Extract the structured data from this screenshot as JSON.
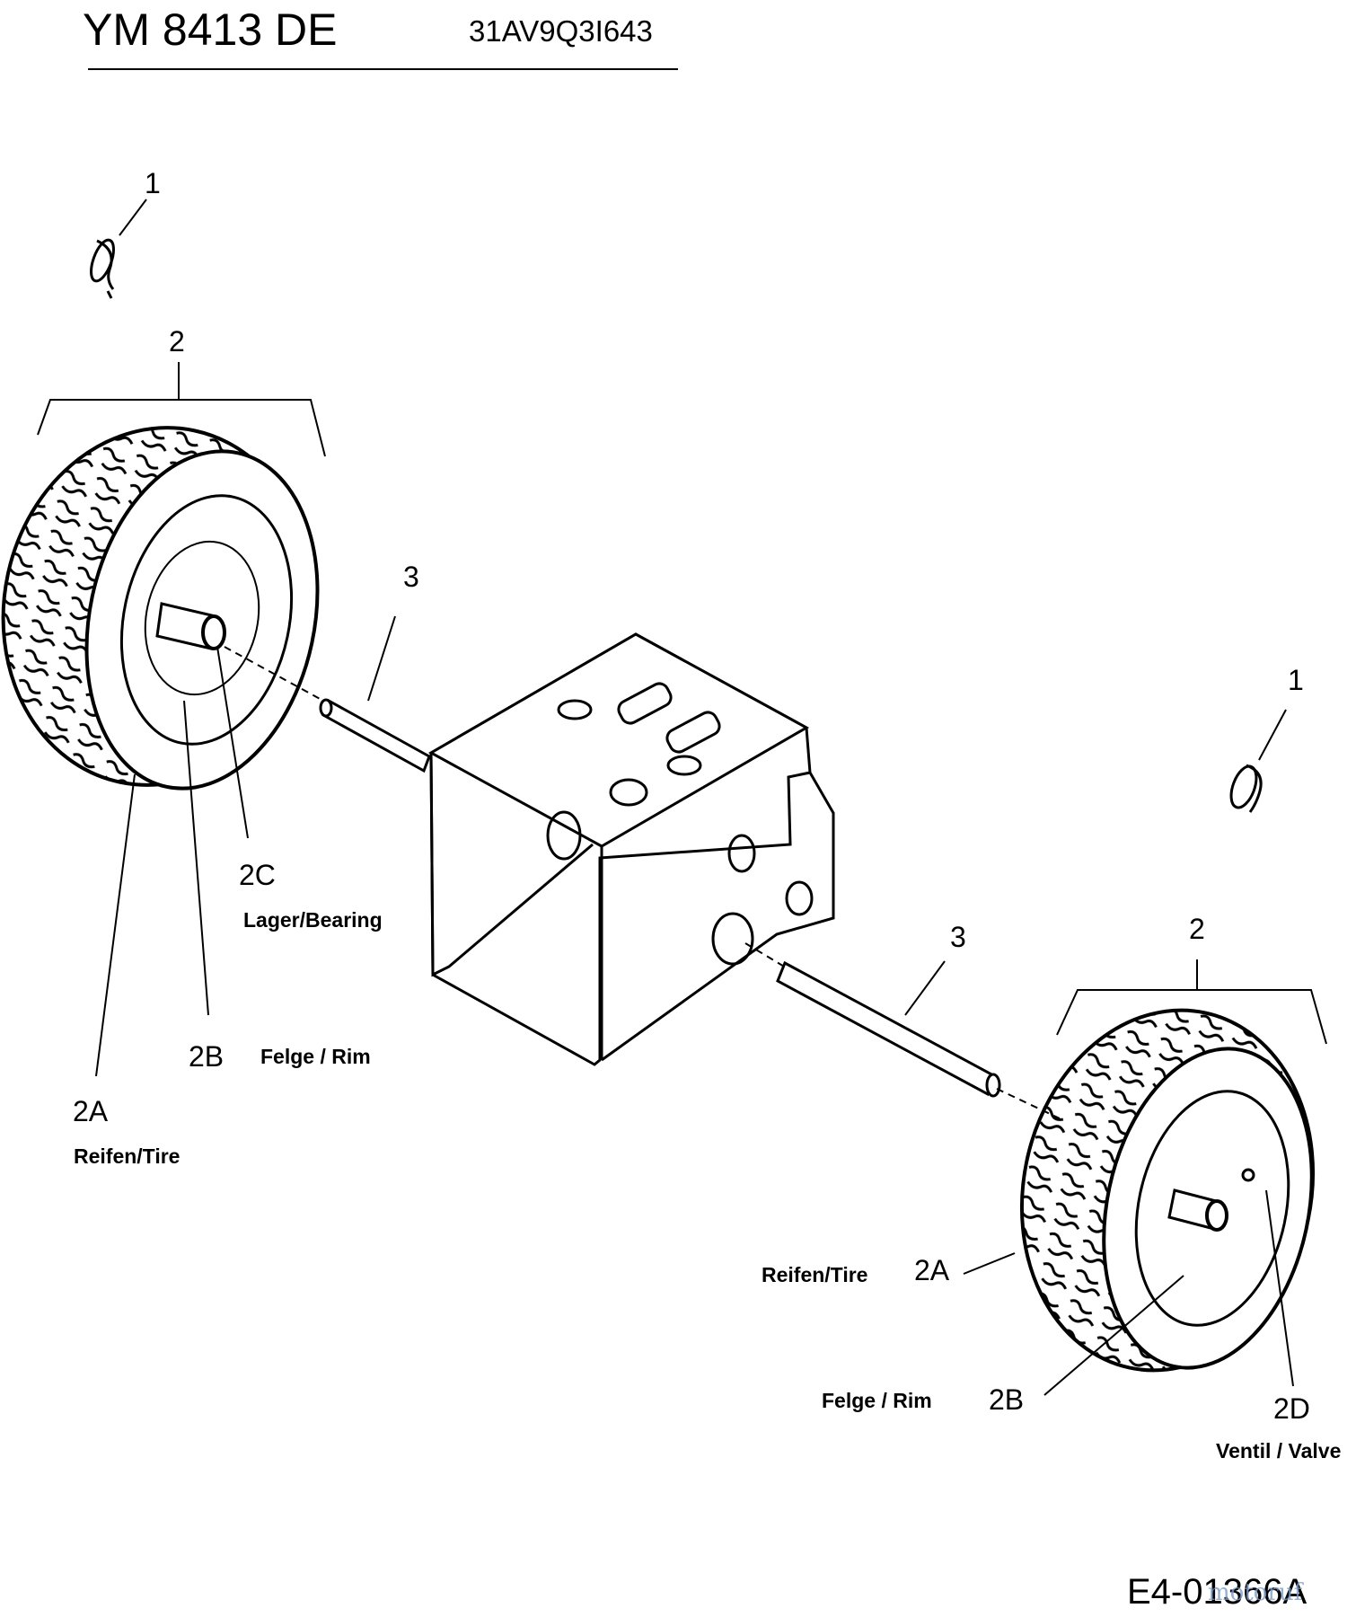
{
  "header": {
    "model": "YM 8413 DE",
    "code": "31AV9Q3I643"
  },
  "callouts": {
    "c1_left": "1",
    "c2_left": "2",
    "c3_left": "3",
    "c1_right": "1",
    "c3_right": "3",
    "c2_right": "2",
    "c2C": "2C",
    "c2B_left": "2B",
    "c2A_left": "2A",
    "c2A_right": "2A",
    "c2B_right": "2B",
    "c2D": "2D"
  },
  "descriptions": {
    "bearing": "Lager/Bearing",
    "rim_left": "Felge / Rim",
    "tire_left": "Reifen/Tire",
    "tire_right": "Reifen/Tire",
    "rim_right": "Felge / Rim",
    "valve": "Ventil / Valve"
  },
  "footer": {
    "reference": "E4-01366A",
    "watermark": "motoruf"
  }
}
